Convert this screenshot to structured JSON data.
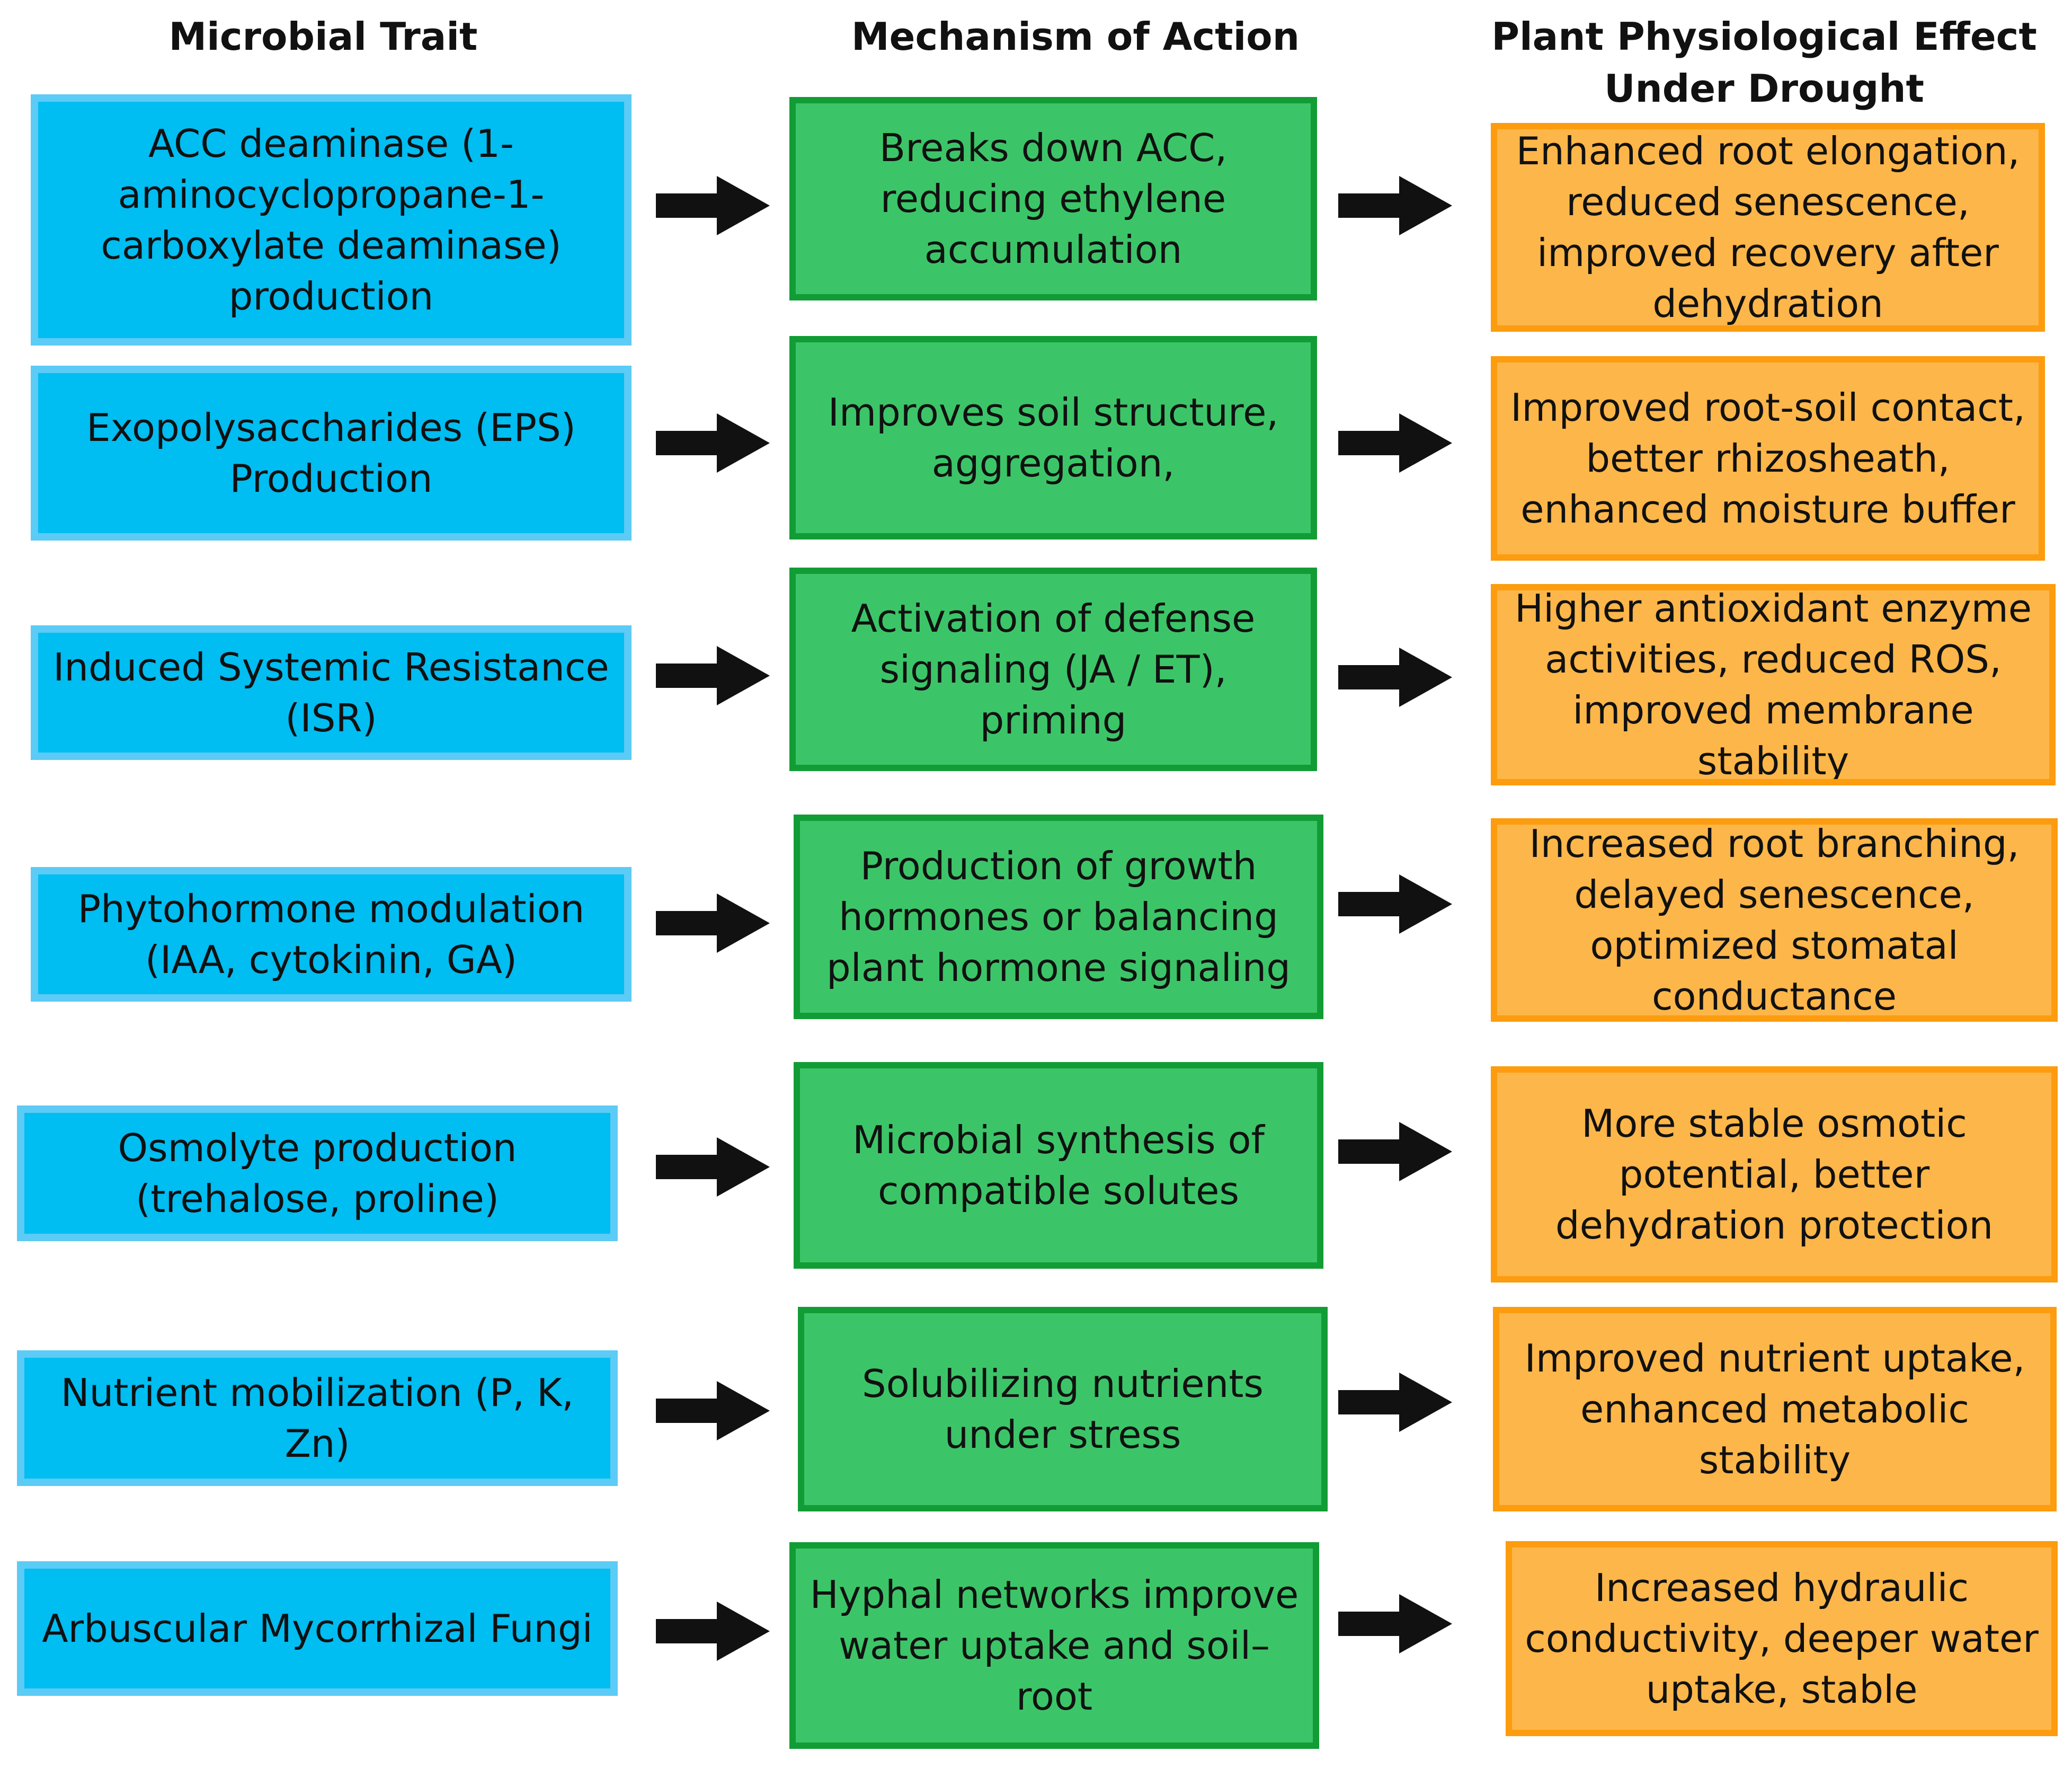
{
  "headers": {
    "trait": "Microbial Trait",
    "mechanism": "Mechanism of Action",
    "effect": "Plant Physiological Effect Under Drought"
  },
  "rows": [
    {
      "trait": "ACC deaminase (1-aminocyclopropane-1-carboxylate deaminase) production",
      "mechanism": "Breaks down ACC, reducing ethylene accumulation",
      "effect": "Enhanced root elongation, reduced senescence, improved recovery after dehydration"
    },
    {
      "trait": "Exopolysaccharides (EPS) Production",
      "mechanism": "Improves soil structure, aggregation,",
      "effect": "Improved root-soil contact, better rhizosheath, enhanced moisture buffer"
    },
    {
      "trait": "Induced Systemic Resistance (ISR)",
      "mechanism": "Activation of defense signaling (JA / ET), priming",
      "effect": "Higher antioxidant enzyme activities, reduced ROS, improved membrane stability"
    },
    {
      "trait": "Phytohormone modulation (IAA, cytokinin, GA)",
      "mechanism": "Production of growth hormones or balancing plant hormone signaling",
      "effect": "Increased root branching, delayed senescence, optimized stomatal conductance"
    },
    {
      "trait": "Osmolyte production (trehalose, proline)",
      "mechanism": "Microbial synthesis of compatible solutes",
      "effect": "More stable osmotic potential, better dehydration protection"
    },
    {
      "trait": "Nutrient mobilization (P, K, Zn)",
      "mechanism": "Solubilizing nutrients under stress",
      "effect": "Improved nutrient uptake, enhanced metabolic stability"
    },
    {
      "trait": "Arbuscular Mycorrhizal Fungi",
      "mechanism": "Hyphal networks improve water uptake and soil–root",
      "effect": "Increased hydraulic conductivity, deeper water uptake, stable"
    }
  ],
  "colors": {
    "trait_fill": "#00bdf2",
    "trait_border": "#5ccbf5",
    "mechanism_fill": "#3cc568",
    "mechanism_border": "#129c35",
    "effect_fill": "#fdb649",
    "effect_border": "#fc9c0e",
    "arrow": "#111111"
  }
}
